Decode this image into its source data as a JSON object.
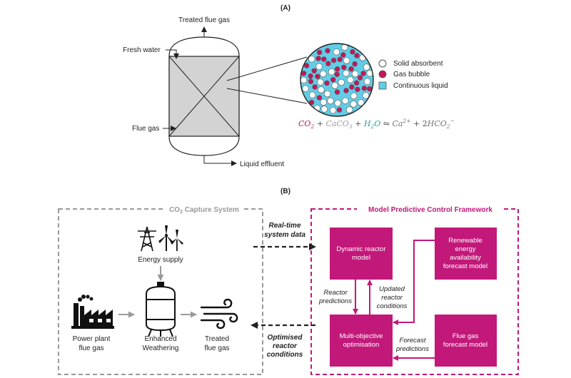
{
  "panel_a": {
    "label": "(A)",
    "treated_flue_gas": "Treated flue gas",
    "fresh_water": "Fresh water",
    "flue_gas": "Flue gas",
    "liquid_effluent": "Liquid effluent",
    "legend": {
      "solid_absorbent": "Solid absorbent",
      "gas_bubble": "Gas bubble",
      "continuous_liquid": "Continuous liquid"
    },
    "equation": {
      "co2": "CO",
      "co2_sub": "2",
      "plus1": " + ",
      "caco3": "CaCO",
      "caco3_sub": "3",
      "plus2": " + ",
      "h2o": "H",
      "h2o_sub": "2",
      "h2o_o": "O",
      "arrow": " ⇋ ",
      "ca": "Ca",
      "ca_sup": "2+",
      "plus3": " + 2",
      "hco": "HCO",
      "hco_sub": "2",
      "hco_sup": "−"
    },
    "colors": {
      "co2": "#c2185b",
      "caco3": "#9e9e9e",
      "h2o": "#2aa0a8",
      "ions": "#757575",
      "bubble": "#c2185b",
      "liquid": "#62cde6",
      "reactor_fill": "#d3d3d3"
    }
  },
  "panel_b": {
    "label": "(B)",
    "capture_system": {
      "title_prefix": "CO",
      "title_sub": "2",
      "title_suffix": " Capture System",
      "energy_supply": "Energy supply",
      "power_plant_line1": "Power plant",
      "power_plant_line2": "flue gas",
      "enhanced_line1": "Enhanced",
      "enhanced_line2": "Weathering",
      "treated_line1": "Treated",
      "treated_line2": "flue gas"
    },
    "realtime_line1": "Real-time",
    "realtime_line2": "system data",
    "optimised_line1": "Optimised",
    "optimised_line2": "reactor",
    "optimised_line3": "conditions",
    "mpc": {
      "title": "Model Predictive Control Framework",
      "dynamic_line1": "Dynamic reactor",
      "dynamic_line2": "model",
      "renewable_line1": "Renewable",
      "renewable_line2": "energy",
      "renewable_line3": "availability",
      "renewable_line4": "forecast model",
      "multi_line1": "Multi-objective",
      "multi_line2": "optimisation",
      "fluegas_line1": "Flue gas",
      "fluegas_line2": "forecast model",
      "reactor_pred_line1": "Reactor",
      "reactor_pred_line2": "predictions",
      "updated_line1": "Updated",
      "updated_line2": "reactor",
      "updated_line3": "conditions",
      "forecast_line1": "Forecast",
      "forecast_line2": "predictions"
    },
    "colors": {
      "magenta": "#c2187a",
      "grey_dash": "#9a9a9a"
    }
  }
}
